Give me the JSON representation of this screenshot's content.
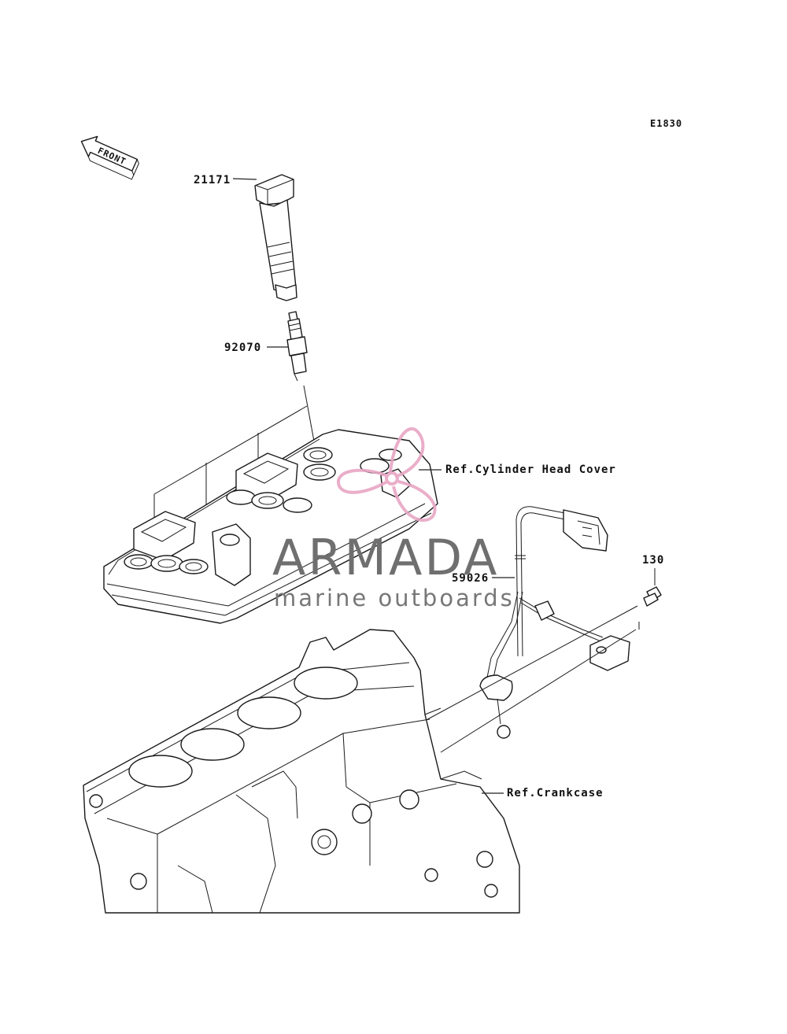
{
  "diagram": {
    "code": "E1830",
    "front_label": "FRONT",
    "callouts": [
      {
        "id": "ignition-coil",
        "label": "21171"
      },
      {
        "id": "spark-plug",
        "label": "92070"
      },
      {
        "id": "harness",
        "label": "59026"
      },
      {
        "id": "bolt",
        "label": "130"
      },
      {
        "id": "ref-head-cover",
        "label": "Ref.Cylinder Head Cover"
      },
      {
        "id": "ref-crankcase",
        "label": "Ref.Crankcase"
      }
    ]
  },
  "watermark": {
    "title": "ARMADA",
    "subtitle": "marine outboards",
    "color": "#e8a6c4"
  }
}
